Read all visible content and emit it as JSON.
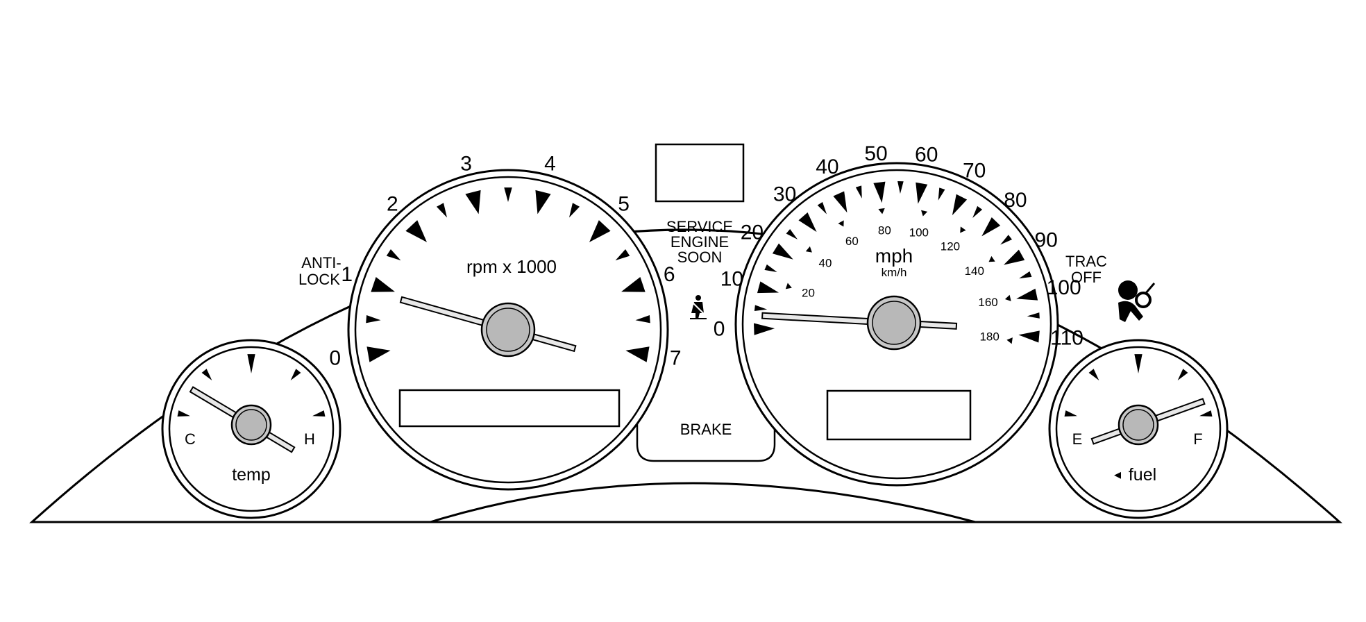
{
  "warning_lights": {
    "anti_lock": [
      "ANTI-",
      "LOCK"
    ],
    "service_engine_soon": [
      "SERVICE",
      "ENGINE",
      "SOON"
    ],
    "trac_off": [
      "TRAC",
      "OFF"
    ],
    "brake": "BRAKE",
    "seatbelt_icon": "seatbelt-icon",
    "airbag_icon": "airbag-icon"
  },
  "temp_gauge": {
    "title": "temp",
    "low_label": "C",
    "high_label": "H",
    "needle_level": 0.12
  },
  "tachometer": {
    "title": "rpm x 1000",
    "min": 0,
    "max": 7,
    "ticks": [
      "0",
      "1",
      "2",
      "3",
      "4",
      "5",
      "6",
      "7"
    ],
    "needle_value": 0.9
  },
  "speedometer": {
    "title": "mph",
    "subtitle": "km/h",
    "min": 0,
    "max": 110,
    "mph_ticks": [
      "0",
      "10",
      "20",
      "30",
      "40",
      "50",
      "60",
      "70",
      "80",
      "90",
      "100",
      "110"
    ],
    "kmh_ticks": [
      "20",
      "40",
      "60",
      "80",
      "100",
      "120",
      "140",
      "160",
      "180"
    ],
    "needle_value": 3
  },
  "fuel_gauge": {
    "title": "fuel",
    "empty_label": "E",
    "full_label": "F",
    "side_indicator": "◂",
    "needle_level": 0.95
  }
}
